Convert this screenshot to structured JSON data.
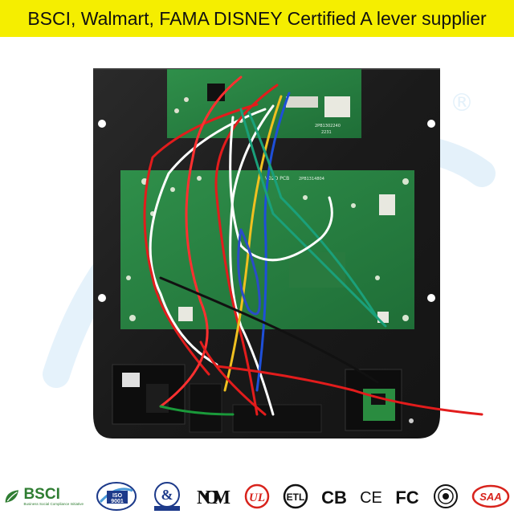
{
  "banner": {
    "text": "BSCI, Walmart, FAMA DISNEY Certified A lever supplier",
    "background": "#f5ee00",
    "text_color": "#111111"
  },
  "photo": {
    "subject": "amplifier module plate with circuit boards and wiring",
    "pcb_labels": [
      "2PB1302240",
      "2231",
      "V02D PCB",
      "2PB1314804"
    ],
    "watermark_mark": "®"
  },
  "certifications": [
    {
      "id": "bsci",
      "text": "BSCI",
      "subtext": "Business Social Compliance Initiative",
      "icon": "bsci-leaf-icon",
      "color": "#2f7d32"
    },
    {
      "id": "iso",
      "text": "ISO 9001",
      "icon": "iso-9001-icon",
      "color": "#1d3a8a"
    },
    {
      "id": "amfori",
      "text": "&",
      "icon": "quality-registered-icon",
      "color": "#1d3a8a"
    },
    {
      "id": "nom",
      "text": "NOM",
      "icon": "nom-icon",
      "color": "#111111"
    },
    {
      "id": "ul",
      "text": "UL",
      "icon": "ul-icon",
      "color": "#d8231c"
    },
    {
      "id": "etl",
      "text": "ETL",
      "icon": "etl-icon",
      "color": "#111111"
    },
    {
      "id": "cb",
      "text": "CB",
      "icon": "cb-icon",
      "color": "#111111"
    },
    {
      "id": "ce",
      "text": "CE",
      "icon": "ce-icon",
      "color": "#111111"
    },
    {
      "id": "fc",
      "text": "FC",
      "icon": "fcc-icon",
      "color": "#111111"
    },
    {
      "id": "saa_round",
      "text": "",
      "icon": "seal-icon",
      "color": "#111111"
    },
    {
      "id": "saa",
      "text": "SAA",
      "icon": "saa-icon",
      "color": "#d8231c"
    }
  ]
}
